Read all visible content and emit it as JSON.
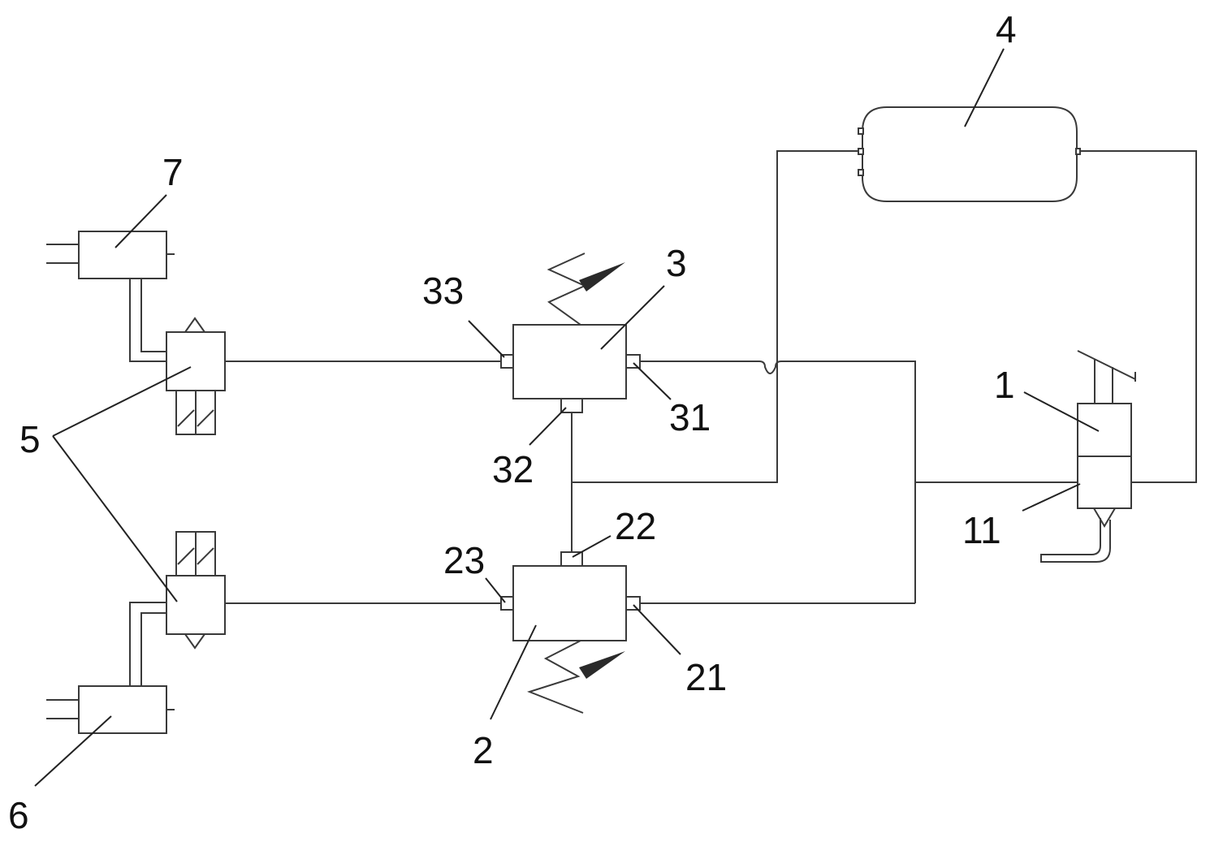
{
  "labels": {
    "l1": "1",
    "l2": "2",
    "l3": "3",
    "l4": "4",
    "l5": "5",
    "l6": "6",
    "l7": "7",
    "l11": "11",
    "l21": "21",
    "l22": "22",
    "l23": "23",
    "l31": "31",
    "l32": "32",
    "l33": "33"
  },
  "colors": {
    "line": "#3a3a3a",
    "text": "#111111",
    "arrow": "#2a2a2a",
    "background": "#ffffff"
  }
}
